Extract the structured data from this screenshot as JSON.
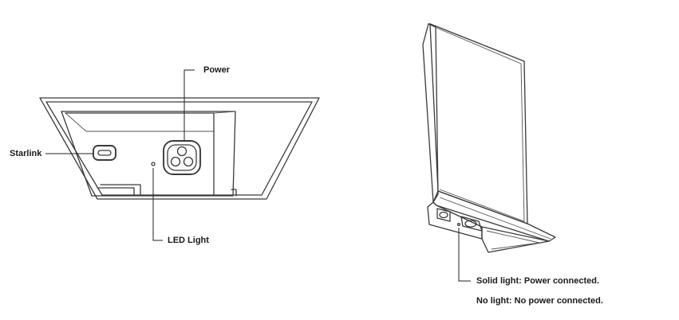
{
  "labels": {
    "power": "Power",
    "starlink": "Starlink",
    "led_light": "LED Light",
    "solid_light": "Solid light: Power connected.",
    "no_light": "No light: No power connected."
  },
  "colors": {
    "line": "#3a3a3a",
    "text": "#1a1a1a",
    "background": "#ffffff"
  }
}
